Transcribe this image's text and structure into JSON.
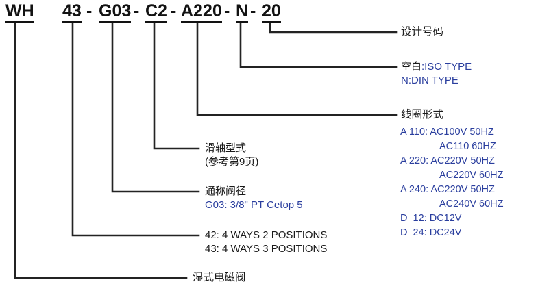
{
  "diagram": {
    "title_code": "WH 43 - G03 - C2 - A220 - N - 20",
    "separator": "-",
    "segments": [
      {
        "id": "wh",
        "text": "WH"
      },
      {
        "id": "43",
        "text": "43"
      },
      {
        "id": "g03",
        "text": "G03"
      },
      {
        "id": "c2",
        "text": "C2"
      },
      {
        "id": "a220",
        "text": "A220"
      },
      {
        "id": "n",
        "text": "N"
      },
      {
        "id": "20",
        "text": "20"
      }
    ],
    "callouts": {
      "design_number": {
        "heading": "设计号码"
      },
      "iso_din": {
        "heading_black": "空白",
        "heading_blue": ":ISO TYPE",
        "line2": "N:DIN TYPE"
      },
      "coil_type": {
        "heading": "线圈形式",
        "rows": [
          {
            "code": "A 110:",
            "v1": "AC100V 50HZ",
            "v2": "AC110 60HZ"
          },
          {
            "code": "A 220:",
            "v1": "AC220V 50HZ",
            "v2": "AC220V 60HZ"
          },
          {
            "code": "A 240:",
            "v1": "AC220V 50HZ",
            "v2": "AC240V 60HZ"
          },
          {
            "code": "D  12:",
            "v1": "DC12V",
            "v2": ""
          },
          {
            "code": "D  24:",
            "v1": "DC24V",
            "v2": ""
          }
        ]
      },
      "spool_type": {
        "heading": "滑轴型式",
        "line2": "(参考第9页)"
      },
      "valve_size": {
        "heading": "通称阀径",
        "line2": "G03: 3/8\" PT Cetop 5"
      },
      "ways_positions": {
        "line1": "42: 4 WAYS 2 POSITIONS",
        "line2": "43: 4 WAYS 3 POSITIONS"
      },
      "valve_family": {
        "heading": "湿式电磁阀"
      }
    },
    "colors": {
      "ink": "#121212",
      "blue": "#2a3e9e",
      "background": "#ffffff"
    }
  }
}
